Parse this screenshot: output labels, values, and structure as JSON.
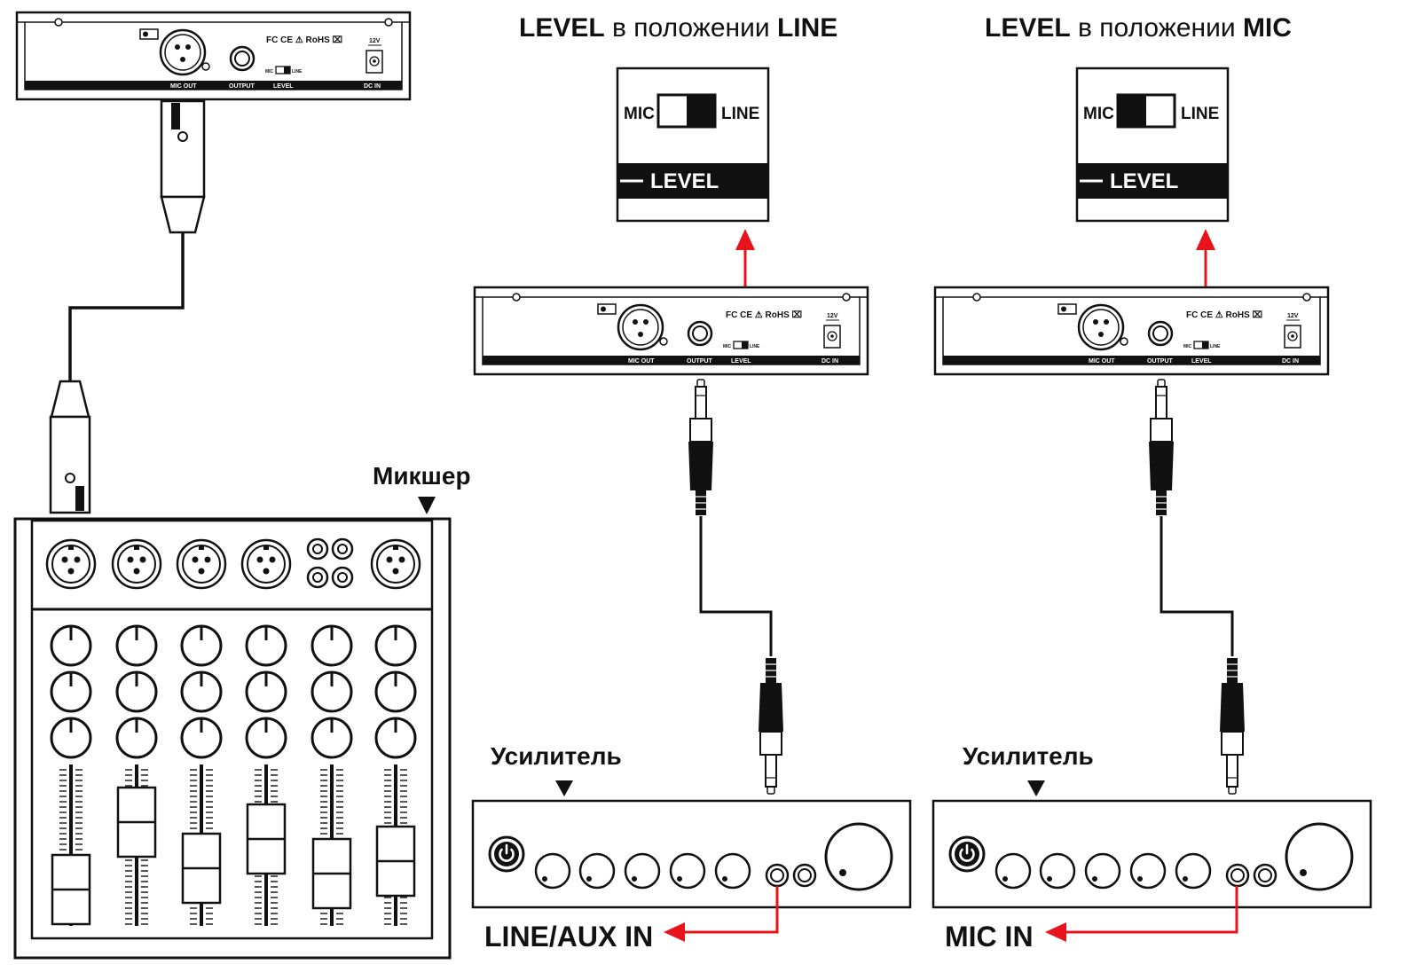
{
  "titles": {
    "line_setting": {
      "bold1": "LEVEL",
      "normal": " в положении ",
      "bold2": "LINE"
    },
    "mic_setting": {
      "bold1": "LEVEL",
      "normal": " в положении ",
      "bold2": "MIC"
    }
  },
  "labels": {
    "mixer": "Микшер",
    "amplifier": "Усилитель",
    "line_aux_in": "LINE/AUX IN",
    "mic_in": "MIC IN"
  },
  "switch_panel": {
    "mic": "MIC",
    "line": "LINE",
    "level": "LEVEL"
  },
  "receiver_panel": {
    "mic_out": "MIC OUT",
    "output": "OUTPUT",
    "level": "LEVEL",
    "dc_in": "DC IN",
    "voltage": "12V",
    "cert": "FC CE ⚠ RoHS ⌧",
    "mic_small": "MIC",
    "line_small": "LINE"
  },
  "colors": {
    "line": "#111111",
    "arrow": "#e8141b",
    "panel_fill": "#ffffff"
  },
  "icons": [
    "power-icon",
    "xlr-connector-icon",
    "jack-plug-icon",
    "arrow-up-icon",
    "arrow-left-icon"
  ]
}
